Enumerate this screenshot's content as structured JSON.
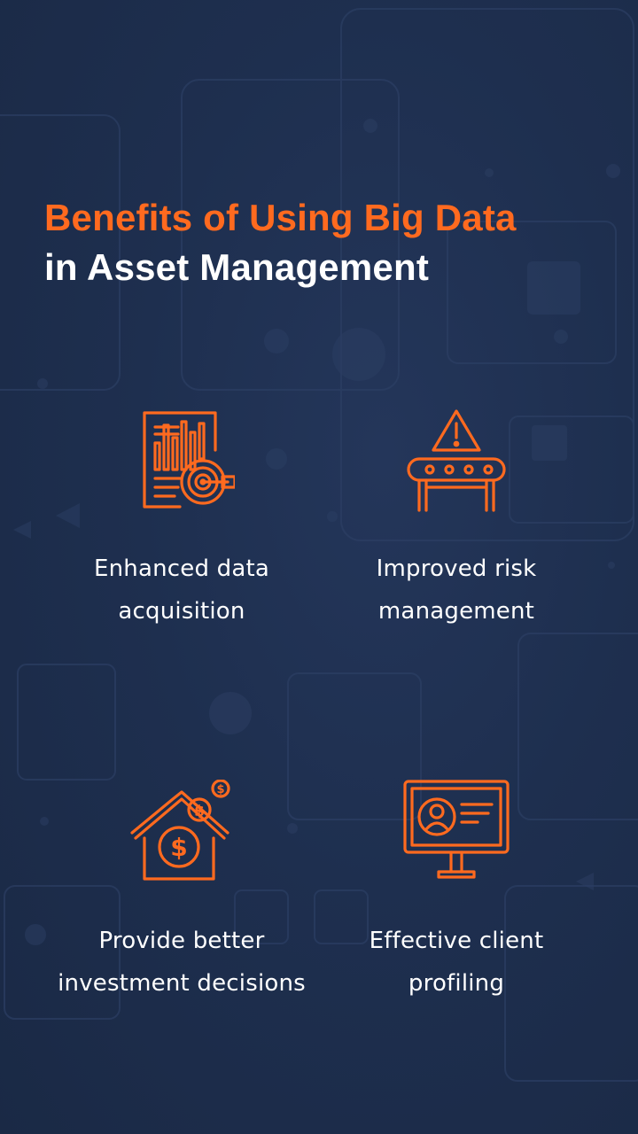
{
  "title": {
    "line1": "Benefits of Using Big Data",
    "line2": "in Asset Management"
  },
  "accent_color": "#ff6a1f",
  "background_color": "#1e2f4f",
  "benefits": [
    {
      "icon": "data-report-target-icon",
      "line1": "Enhanced data",
      "line2": "acquisition"
    },
    {
      "icon": "risk-conveyor-icon",
      "line1": "Improved risk",
      "line2": "management"
    },
    {
      "icon": "house-money-icon",
      "line1": "Provide better",
      "line2": "investment decisions"
    },
    {
      "icon": "client-profile-monitor-icon",
      "line1": "Effective client",
      "line2": "profiling"
    }
  ]
}
